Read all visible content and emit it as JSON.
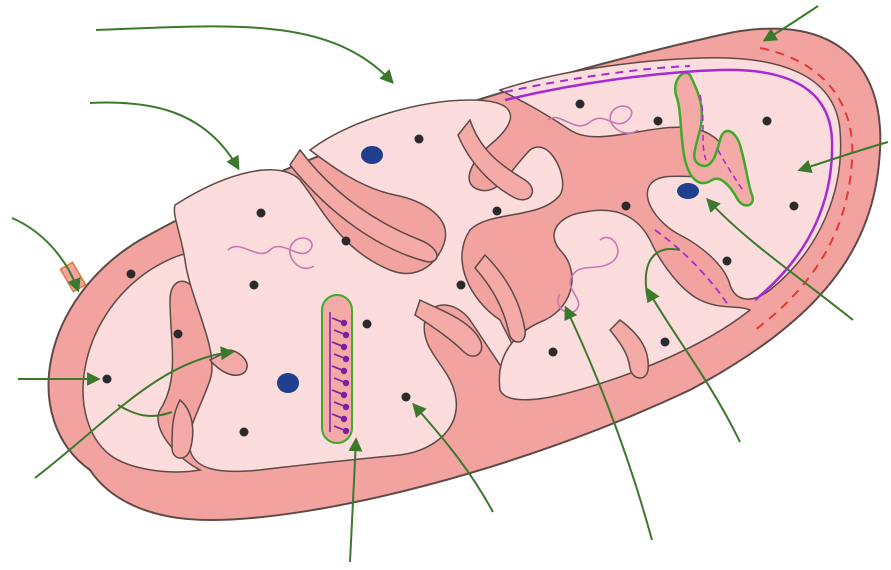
{
  "diagram": {
    "type": "unlabeled-mitochondrion",
    "background": "#ffffff",
    "colors": {
      "outer_membrane_fill": "#f2a3a0",
      "intermembrane_fill": "#f4aaa6",
      "matrix_fill": "#fcdcdc",
      "outline": "#5e4a47",
      "ribosome": "#2b2b2b",
      "granule": "#1f3f8f",
      "dna_strand": "#c879b0",
      "atp_synthase": "#7a1fa0",
      "highlight_outline": "#3eaa2a",
      "inner_membrane_highlight": "#a52bd6",
      "outer_membrane_highlight": "#e53935",
      "leader_line": "#3b7a2e"
    },
    "leader_lines": [
      {
        "name": "outer-membrane-pointer"
      },
      {
        "name": "intermembrane-space-pointer"
      },
      {
        "name": "membrane-pore-pointer"
      },
      {
        "name": "ribosome-pointer"
      },
      {
        "name": "inner-membrane-pointer"
      },
      {
        "name": "atp-synthase-pointer"
      },
      {
        "name": "matrix-pointer"
      },
      {
        "name": "dna-pointer"
      },
      {
        "name": "crista-pointer"
      },
      {
        "name": "granule-pointer"
      },
      {
        "name": "matrix-region-pointer"
      },
      {
        "name": "outer-membrane-top-pointer"
      }
    ]
  }
}
